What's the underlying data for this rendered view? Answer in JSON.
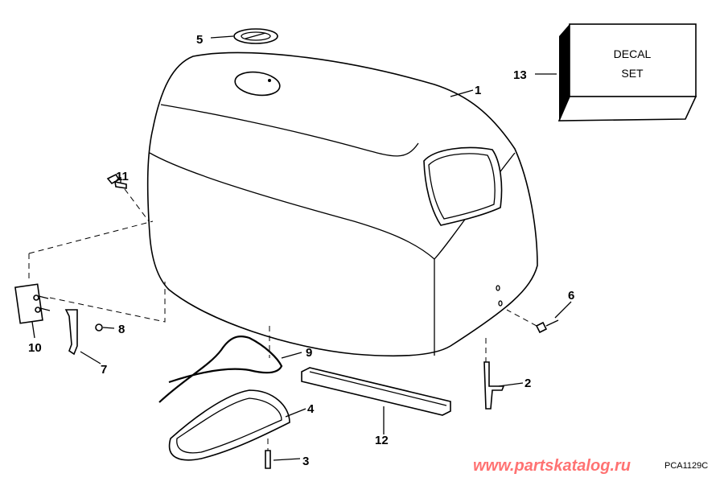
{
  "callouts": [
    "1",
    "2",
    "3",
    "4",
    "5",
    "6",
    "7",
    "8",
    "9",
    "10",
    "11",
    "12",
    "13"
  ],
  "decal_box": {
    "line1": "DECAL",
    "line2": "SET"
  },
  "figure_code": "PCA1129C",
  "watermark": "www.partskatalog.ru",
  "colors": {
    "watermark": "#ff5a5a",
    "ink": "#000000"
  }
}
